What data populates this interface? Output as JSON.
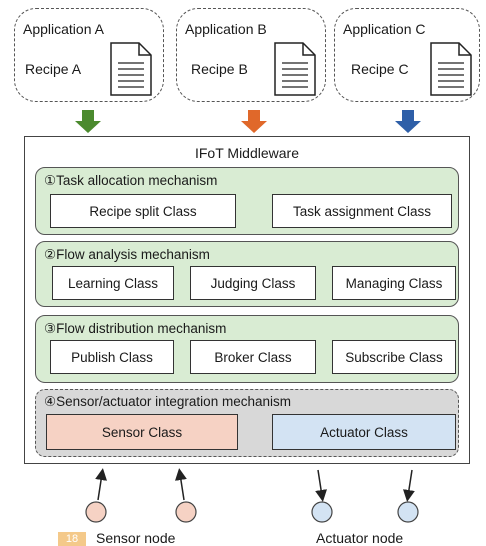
{
  "applications": [
    {
      "title": "Application A",
      "recipe": "Recipe A",
      "arrow_color": "#4b8a2e"
    },
    {
      "title": "Application B",
      "recipe": "Recipe B",
      "arrow_color": "#e0682a"
    },
    {
      "title": "Application C",
      "recipe": "Recipe C",
      "arrow_color": "#2e5fa8"
    }
  ],
  "middleware": {
    "title": "IFoT Middleware",
    "mechanisms": [
      {
        "title": "①Task allocation mechanism",
        "classes": [
          "Recipe split Class",
          "Task assignment Class"
        ]
      },
      {
        "title": "②Flow analysis mechanism",
        "classes": [
          "Learning Class",
          "Judging Class",
          "Managing Class"
        ]
      },
      {
        "title": "③Flow distribution mechanism",
        "classes": [
          "Publish Class",
          "Broker Class",
          "Subscribe Class"
        ]
      },
      {
        "title": "④Sensor/actuator integration mechanism",
        "classes": [
          "Sensor Class",
          "Actuator Class"
        ]
      }
    ]
  },
  "nodes": {
    "sensor_label": "Sensor node",
    "actuator_label": "Actuator node",
    "sensor_color": "#f6d2c4",
    "actuator_color": "#d3e3f3"
  },
  "badge": "18"
}
